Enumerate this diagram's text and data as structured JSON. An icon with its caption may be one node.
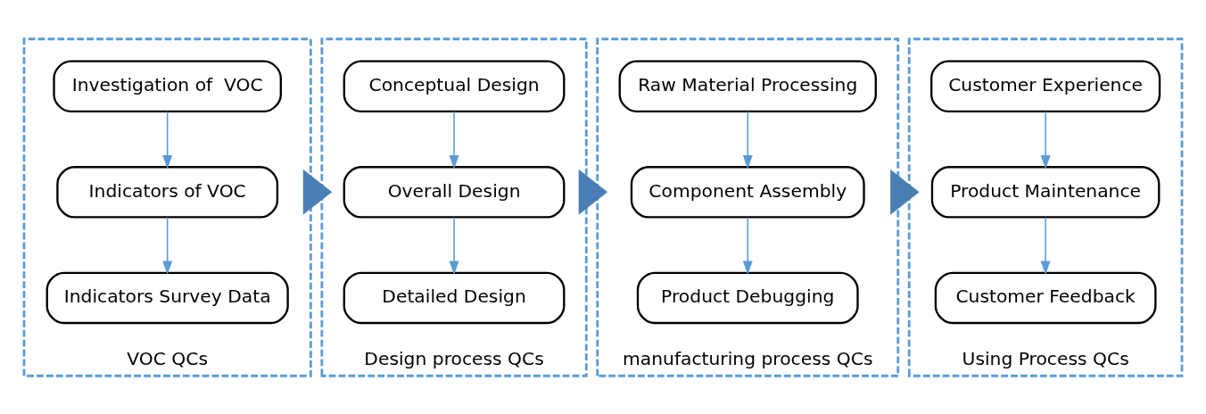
{
  "diagram": {
    "nodes": [
      {
        "text": [
          "VOC QCs"
        ]
      },
      {
        "text": [
          "Investigation of  VOC"
        ],
        "in": 0
      },
      {
        "text": [
          "Indicators of VOC"
        ],
        "in": 0
      },
      {
        "text": [
          "Indicators Survey Data"
        ],
        "in": 0
      },
      {
        "text": [
          "Design process QCs"
        ]
      },
      {
        "text": [
          "Conceptual Design"
        ],
        "in": 4
      },
      {
        "text": [
          "Overall Design"
        ],
        "in": 4
      },
      {
        "text": [
          "Detailed Design"
        ],
        "in": 4
      },
      {
        "text": [
          "manufacturing process QCs"
        ]
      },
      {
        "text": [
          "Raw Material Processing"
        ],
        "in": 8
      },
      {
        "text": [
          "Component Assembly"
        ],
        "in": 8
      },
      {
        "text": [
          "Product Debugging"
        ],
        "in": 8
      },
      {
        "text": [
          "Using Process QCs"
        ]
      },
      {
        "text": [
          "Customer Experience"
        ],
        "in": 12
      },
      {
        "text": [
          "Product Maintenance"
        ],
        "in": 12
      },
      {
        "text": [
          "Customer Feedback"
        ],
        "in": 12
      }
    ],
    "edges": [
      {
        "from": 1,
        "to": 2,
        "arrow": "to"
      },
      {
        "from": 2,
        "to": 3,
        "arrow": "to"
      },
      {
        "from": 5,
        "to": 6,
        "arrow": "to"
      },
      {
        "from": 6,
        "to": 7,
        "arrow": "to"
      },
      {
        "from": 9,
        "to": 10,
        "arrow": "to"
      },
      {
        "from": 10,
        "to": 11,
        "arrow": "to"
      },
      {
        "from": 13,
        "to": 14,
        "arrow": "to"
      },
      {
        "from": 14,
        "to": 15,
        "arrow": "to"
      },
      {
        "from": 0,
        "to": 4,
        "arrow": "to",
        "style": "thick",
        "color": "#4a7fb5"
      },
      {
        "from": 4,
        "to": 8,
        "arrow": "to",
        "style": "thick",
        "color": "#4a7fb5"
      },
      {
        "from": 8,
        "to": 12,
        "arrow": "to",
        "style": "thick",
        "color": "#4a7fb5"
      }
    ]
  }
}
